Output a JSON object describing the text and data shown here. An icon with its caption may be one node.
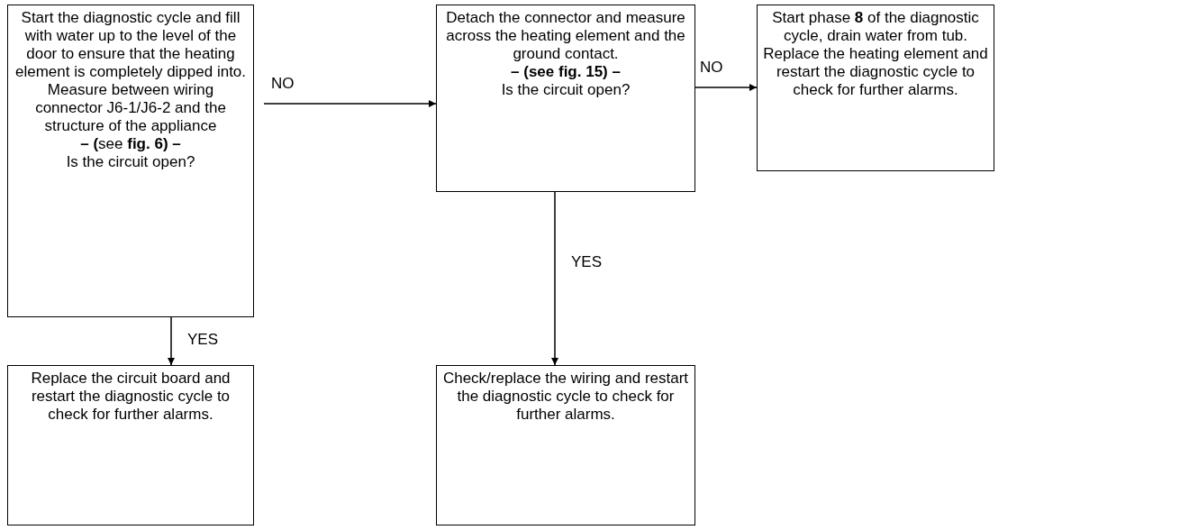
{
  "diagram": {
    "nodes": [
      {
        "text": [
          "Start the diagnostic cycle and fill with water up to the level of the door to ensure that the heating element is completely dipped into. Measure between wiring connector J6-1/J6-2 and the structure of the appliance",
          "**– (**see **fig. 6) –**",
          "Is the circuit open?"
        ]
      },
      {
        "text": [
          "Detach the connector and measure across the heating element and the ground contact.",
          "**– (see fig. 15) –**",
          "Is the circuit open?"
        ]
      },
      {
        "text": [
          "Start phase **8** of the diagnostic cycle, drain water from tub. Replace the heating element and restart the diagnostic cycle to check for further alarms."
        ]
      },
      {
        "text": [
          "Replace the circuit board and restart the diagnostic cycle to check for further alarms."
        ]
      },
      {
        "text": [
          "Check/replace the wiring and restart the diagnostic cycle to check for further alarms."
        ]
      }
    ],
    "edges": [
      {
        "from": 0,
        "to": 1,
        "arrow": "to",
        "label": "NO"
      },
      {
        "from": 1,
        "to": 2,
        "arrow": "to",
        "label": "NO"
      },
      {
        "from": 0,
        "to": 3,
        "arrow": "to",
        "label": "YES"
      },
      {
        "from": 1,
        "to": 4,
        "arrow": "to",
        "label": "YES"
      }
    ]
  }
}
